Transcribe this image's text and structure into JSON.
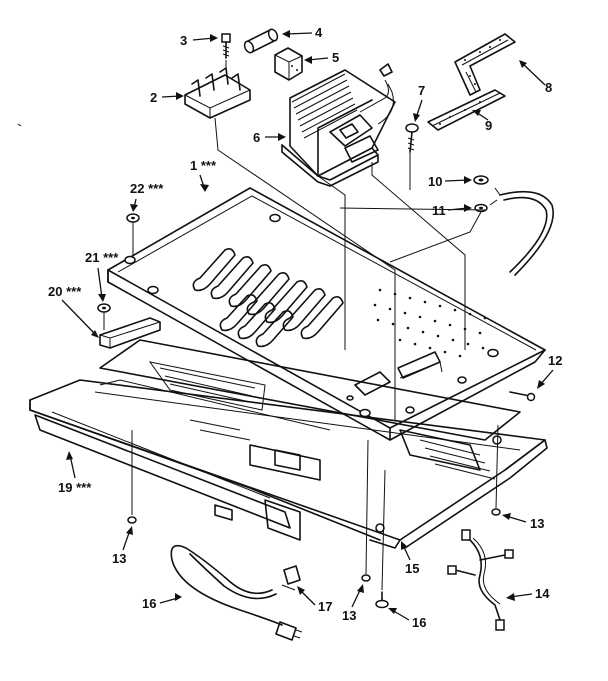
{
  "callouts": {
    "c1": "1 ***",
    "c2": "2",
    "c3": "3",
    "c4": "4",
    "c5": "5",
    "c6": "6",
    "c7": "7",
    "c8": "8",
    "c9": "9",
    "c10": "10",
    "c11": "11",
    "c12": "12",
    "c13a": "13",
    "c13b": "13",
    "c13c": "13",
    "c14": "14",
    "c15": "15",
    "c16a": "16",
    "c16b": "16",
    "c17": "17",
    "c19": "19 ***",
    "c20": "20 ***",
    "c21": "21 ***",
    "c22": "22 ***"
  }
}
